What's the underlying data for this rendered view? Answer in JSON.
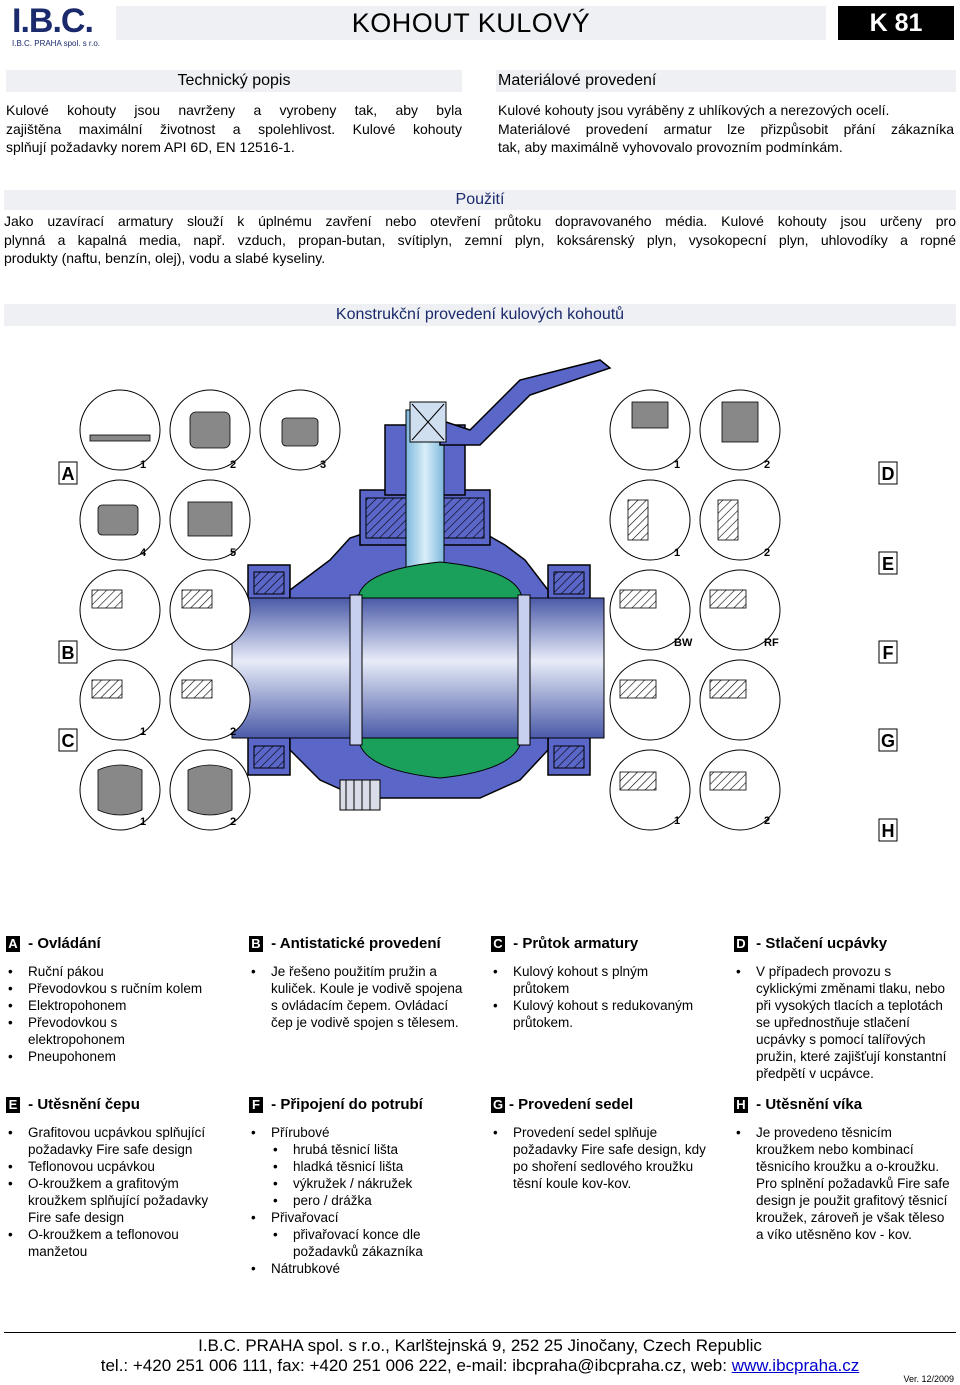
{
  "header": {
    "logo_text": "I.B.C.",
    "logo_sub": "I.B.C. PRAHA spol. s r.o.",
    "title": "KOHOUT KULOVÝ",
    "code": "K 81"
  },
  "technical": {
    "heading": "Technický popis",
    "lines": [
      "Kulové kohouty jsou navrženy a vyrobeny tak, aby byla",
      "zajištěna maximální životnost a spolehlivost. Kulové kohouty",
      "splňují požadavky norem API 6D, EN 12516-1."
    ]
  },
  "material": {
    "heading": "Materiálové provedení",
    "lines": [
      "Kulové kohouty jsou vyráběny z uhlíkových a nerezových ocelí.",
      "Materiálové provedení armatur lze přizpůsobit přání zákazníka",
      "tak, aby maximálně vyhovovalo provozním podmínkám."
    ]
  },
  "usage": {
    "heading": "Použití",
    "lines": [
      "Jako uzavírací armatury slouží k úplnému zavření nebo otevření průtoku dopravovaného média. Kulové kohouty jsou určeny pro",
      "plynná a kapalná media, např. vzduch, propan-butan, svítiplyn, zemní plyn, koksárenský plyn, vysokopecní plyn, uhlovodíky a ropné",
      "produkty (naftu, benzín, olej), vodu a slabé kyseliny."
    ]
  },
  "construction": {
    "heading": "Konstrukční provedení kulových kohoutů",
    "letters": [
      "A",
      "B",
      "C",
      "D",
      "E",
      "F",
      "G",
      "H"
    ],
    "numbers": [
      "1",
      "2",
      "3",
      "4",
      "5"
    ],
    "labels": {
      "bw": "BW",
      "rf": "RF"
    },
    "colors": {
      "body": "#5a66c8",
      "ball": "#1aa05a",
      "stem": "#8ec6e6",
      "bore": "#6f7fc8"
    }
  },
  "categories": [
    {
      "letter": "A",
      "title": " - Ovládání",
      "items": [
        "Ruční pákou",
        "Převodovkou s ručním kolem",
        "Elektropohonem",
        "Převodovkou s elektropohonem",
        "Pneupohonem"
      ]
    },
    {
      "letter": "B",
      "title": " - Antistatické provedení",
      "items": [
        "Je řešeno použitím pružin a kuliček. Koule je vodivě spojena s ovládacím čepem. Ovládací čep je vodivě spojen s tělesem."
      ]
    },
    {
      "letter": "C",
      "title": " - Průtok armatury",
      "items": [
        "Kulový kohout s plným průtokem",
        "Kulový kohout s redukovaným průtokem."
      ]
    },
    {
      "letter": "D",
      "title": " - Stlačení ucpávky",
      "items": [
        "V případech provozu s cyklickými změnami tlaku, nebo při vysokých tlacích a teplotách se upřednostňuje stlačení ucpávky s pomocí talířových pružin, které zajišťují konstantní předpětí v ucpávce."
      ]
    },
    {
      "letter": "E",
      "title": " - Utěsnění čepu",
      "items": [
        "Grafitovou ucpávkou splňující požadavky Fire safe design",
        "Teflonovou ucpávkou",
        "O-kroužkem a grafitovým kroužkem splňující požadavky Fire safe design",
        "O-kroužkem a teflonovou manžetou"
      ]
    },
    {
      "letter": "F",
      "title": " - Připojení do potrubí",
      "items": [
        "Přírubové"
      ],
      "sub1": [
        "hrubá těsnicí lišta",
        "hladká těsnicí lišta",
        "výkružek / nákružek",
        "pero / drážka"
      ],
      "items2": [
        "Přivařovací"
      ],
      "sub2": [
        "přivařovací konce dle požadavků zákazníka"
      ],
      "items3": [
        "Nátrubkové"
      ]
    },
    {
      "letter": "G",
      "title": "- Provedení sedel",
      "items": [
        "Provedení sedel splňuje požadavky Fire safe design, kdy po shoření sedlového kroužku těsní koule kov-kov."
      ]
    },
    {
      "letter": "H",
      "title": " - Utěsnění víka",
      "items": [
        "Je provedeno těsnicím kroužkem nebo kombinací těsnicího kroužku a o-kroužku. Pro splnění požadavků Fire safe design je použit grafitový těsnicí kroužek, zároveň je však těleso a víko utěsněno kov - kov."
      ]
    }
  ],
  "footer": {
    "line1": "I.B.C. PRAHA spol. s r.o., Karlštejnská 9, 252 25 Jinočany, Czech Republic",
    "line2_prefix": "tel.: +420 251 006 111, fax: +420 251 006 222, e-mail: ibcpraha@ibcpraha.cz, web: ",
    "web": "www.ibcpraha.cz",
    "version": "Ver. 12/2009"
  }
}
